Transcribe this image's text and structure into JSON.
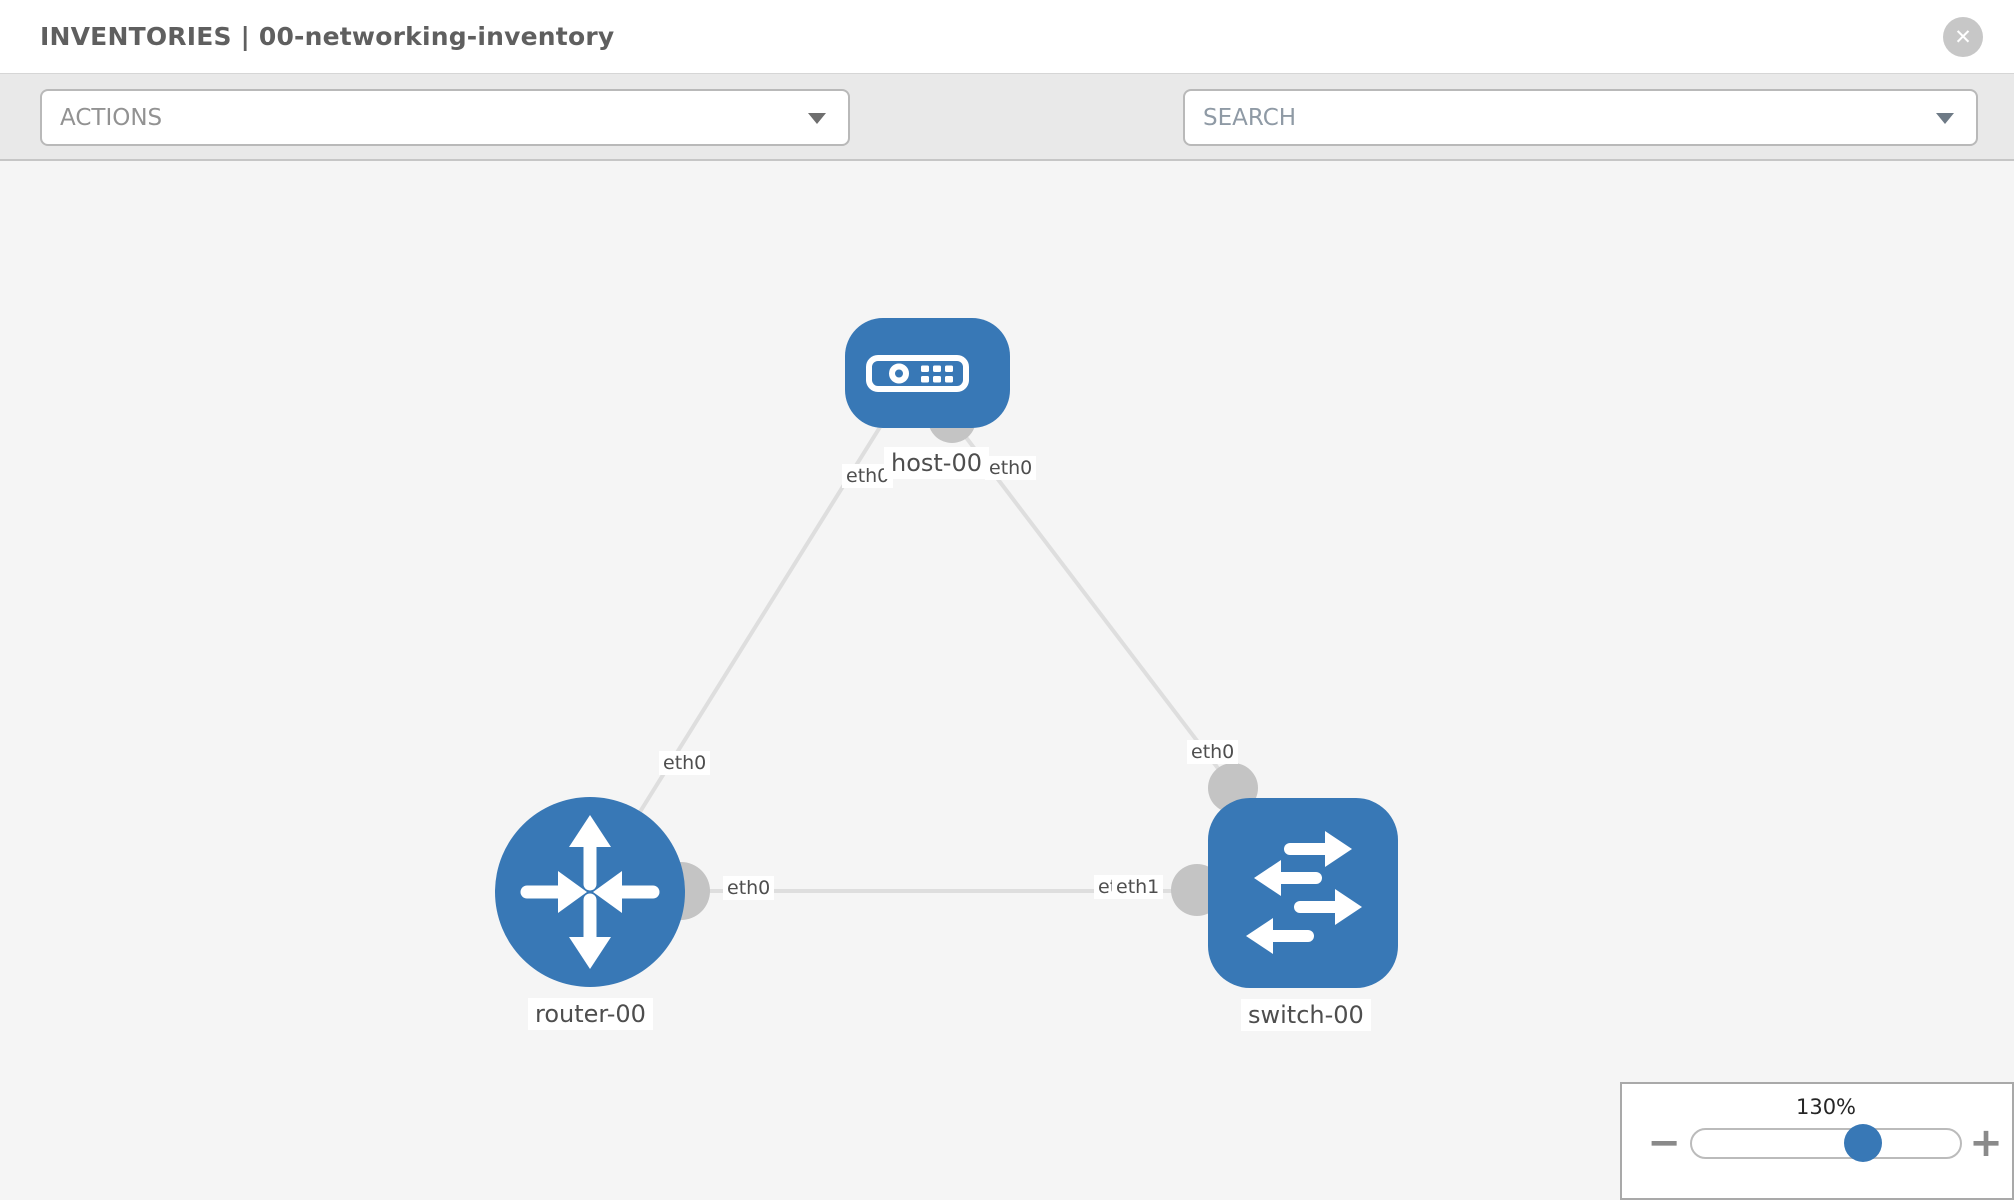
{
  "header": {
    "title": "INVENTORIES | 00-networking-inventory",
    "close_glyph": "✕"
  },
  "toolbar": {
    "actions_label": "ACTIONS",
    "search_placeholder": "SEARCH"
  },
  "topology": {
    "nodes": [
      {
        "id": "host-00",
        "type": "host",
        "label": "host-00"
      },
      {
        "id": "router-00",
        "type": "router",
        "label": "router-00"
      },
      {
        "id": "switch-00",
        "type": "switch",
        "label": "switch-00"
      }
    ],
    "links": [
      {
        "from": "host-00",
        "to": "router-00",
        "from_label": "eth0",
        "to_label": "eth0"
      },
      {
        "from": "host-00",
        "to": "switch-00",
        "from_label": "eth0",
        "to_label": "eth0"
      },
      {
        "from": "router-00",
        "to": "switch-00",
        "from_label": "eth0",
        "to_label": "eth1",
        "to_label_behind": "eth0"
      }
    ]
  },
  "zoom_control": {
    "level": "130%",
    "minus_glyph": "−",
    "plus_glyph": "+"
  },
  "colors": {
    "node_blue": "#3878b6",
    "link_gray": "#dedede",
    "connector_gray": "#c4c4c4",
    "canvas_bg": "#f5f5f5",
    "toolbar_bg": "#e9e9e9"
  }
}
